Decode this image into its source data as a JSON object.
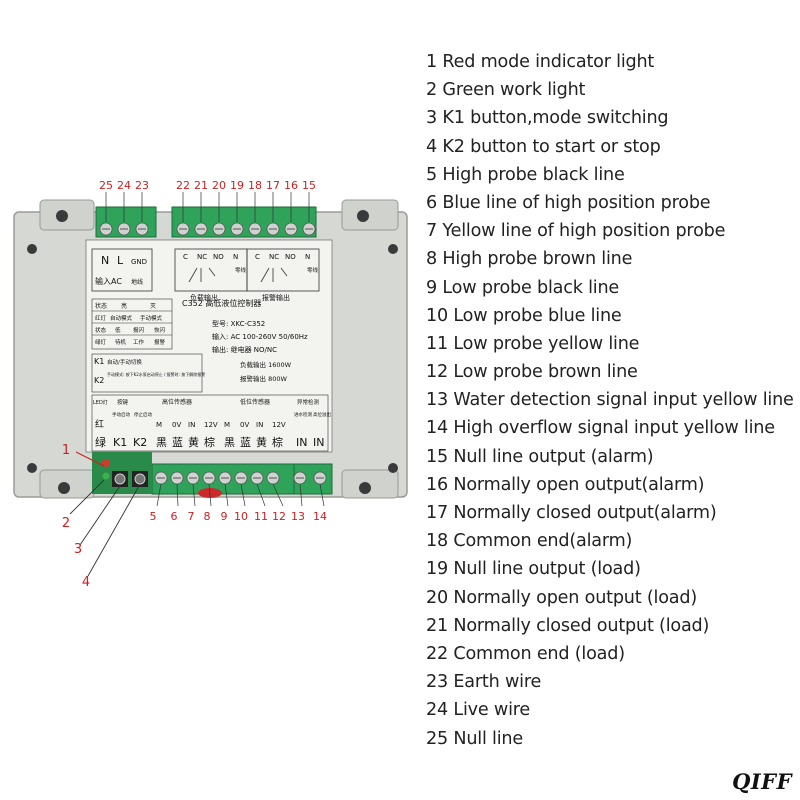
{
  "device": {
    "model_line": "C352 高低液位控制器",
    "model_no": "型号: XKC-C352",
    "input_spec": "输入: AC 100-260V 50/60Hz",
    "output_spec": "输出: 继电器 NO/NC",
    "load_output_spec": "负载输出 1600W",
    "alarm_output_spec": "报警输出 800W",
    "power_terminals": [
      "N",
      "L",
      "GND"
    ],
    "power_caption": "输入AC",
    "ground_caption": "地线",
    "relay_terminals": [
      "C",
      "NC",
      "NO",
      "N"
    ],
    "neutral_caption": "零线",
    "load_output_caption": "负载输出",
    "alarm_output_caption": "报警输出",
    "status_table": {
      "header": [
        "状态",
        "亮",
        "灭"
      ],
      "rows": [
        [
          "红灯",
          "自动模式",
          "手动模式"
        ],
        [
          "状态",
          "低",
          "报闪",
          "恢闪"
        ],
        [
          "绿灯",
          "待机",
          "工作",
          "报警"
        ]
      ]
    },
    "k1_label": "K1",
    "k1_desc": "自动/手动切换",
    "k2_label": "K2",
    "k2_desc": "手动模式: 按下K2水泵启动停止 / 报警时: 按下解除报警",
    "bottom_headers": [
      "LED灯",
      "按键",
      "高位传感器",
      "低位传感器",
      "异常检测"
    ],
    "bottom_sub": [
      "手动启动",
      "停止启动",
      "进水检测",
      "高位溢出"
    ],
    "bottom_row": [
      "红",
      "M",
      "0V",
      "IN",
      "12V",
      "M",
      "0V",
      "IN",
      "12V"
    ],
    "bottom_colors": [
      "绿",
      "K1",
      "K2",
      "黑",
      "蓝",
      "黄",
      "棕",
      "黑",
      "蓝",
      "黄",
      "棕",
      "IN",
      "IN"
    ]
  },
  "callouts_top": [
    "25",
    "24",
    "23",
    "22",
    "21",
    "20",
    "19",
    "18",
    "17",
    "16",
    "15"
  ],
  "callouts_bottom": [
    "5",
    "6",
    "7",
    "8",
    "9",
    "10",
    "11",
    "12",
    "13",
    "14"
  ],
  "callouts_left": [
    "1",
    "2",
    "3",
    "4"
  ],
  "callout_color": "#cc1f1f",
  "legend": [
    "1 Red mode indicator light",
    "2 Green work light",
    "3 K1 button,mode switching",
    "4 K2 button to start or stop",
    "5 High probe black line",
    "6 Blue line of high position probe",
    "7 Yellow line of high position probe",
    "8 High probe brown line",
    "9 Low probe black line",
    "10 Low probe blue line",
    "11 Low probe yellow line",
    "12 Low probe brown line",
    "13 Water detection signal input yellow line",
    "14 High overflow signal input yellow line",
    "15 Null line output (alarm)",
    "16 Normally open output(alarm)",
    "17 Normally closed output(alarm)",
    "18 Common end(alarm)",
    "19 Null line output (load)",
    "20 Normally open output (load)",
    "21 Normally closed output (load)",
    "22 Common end (load)",
    "23 Earth wire",
    "24 Live wire",
    "25 Null line"
  ],
  "watermark": "QIFF"
}
